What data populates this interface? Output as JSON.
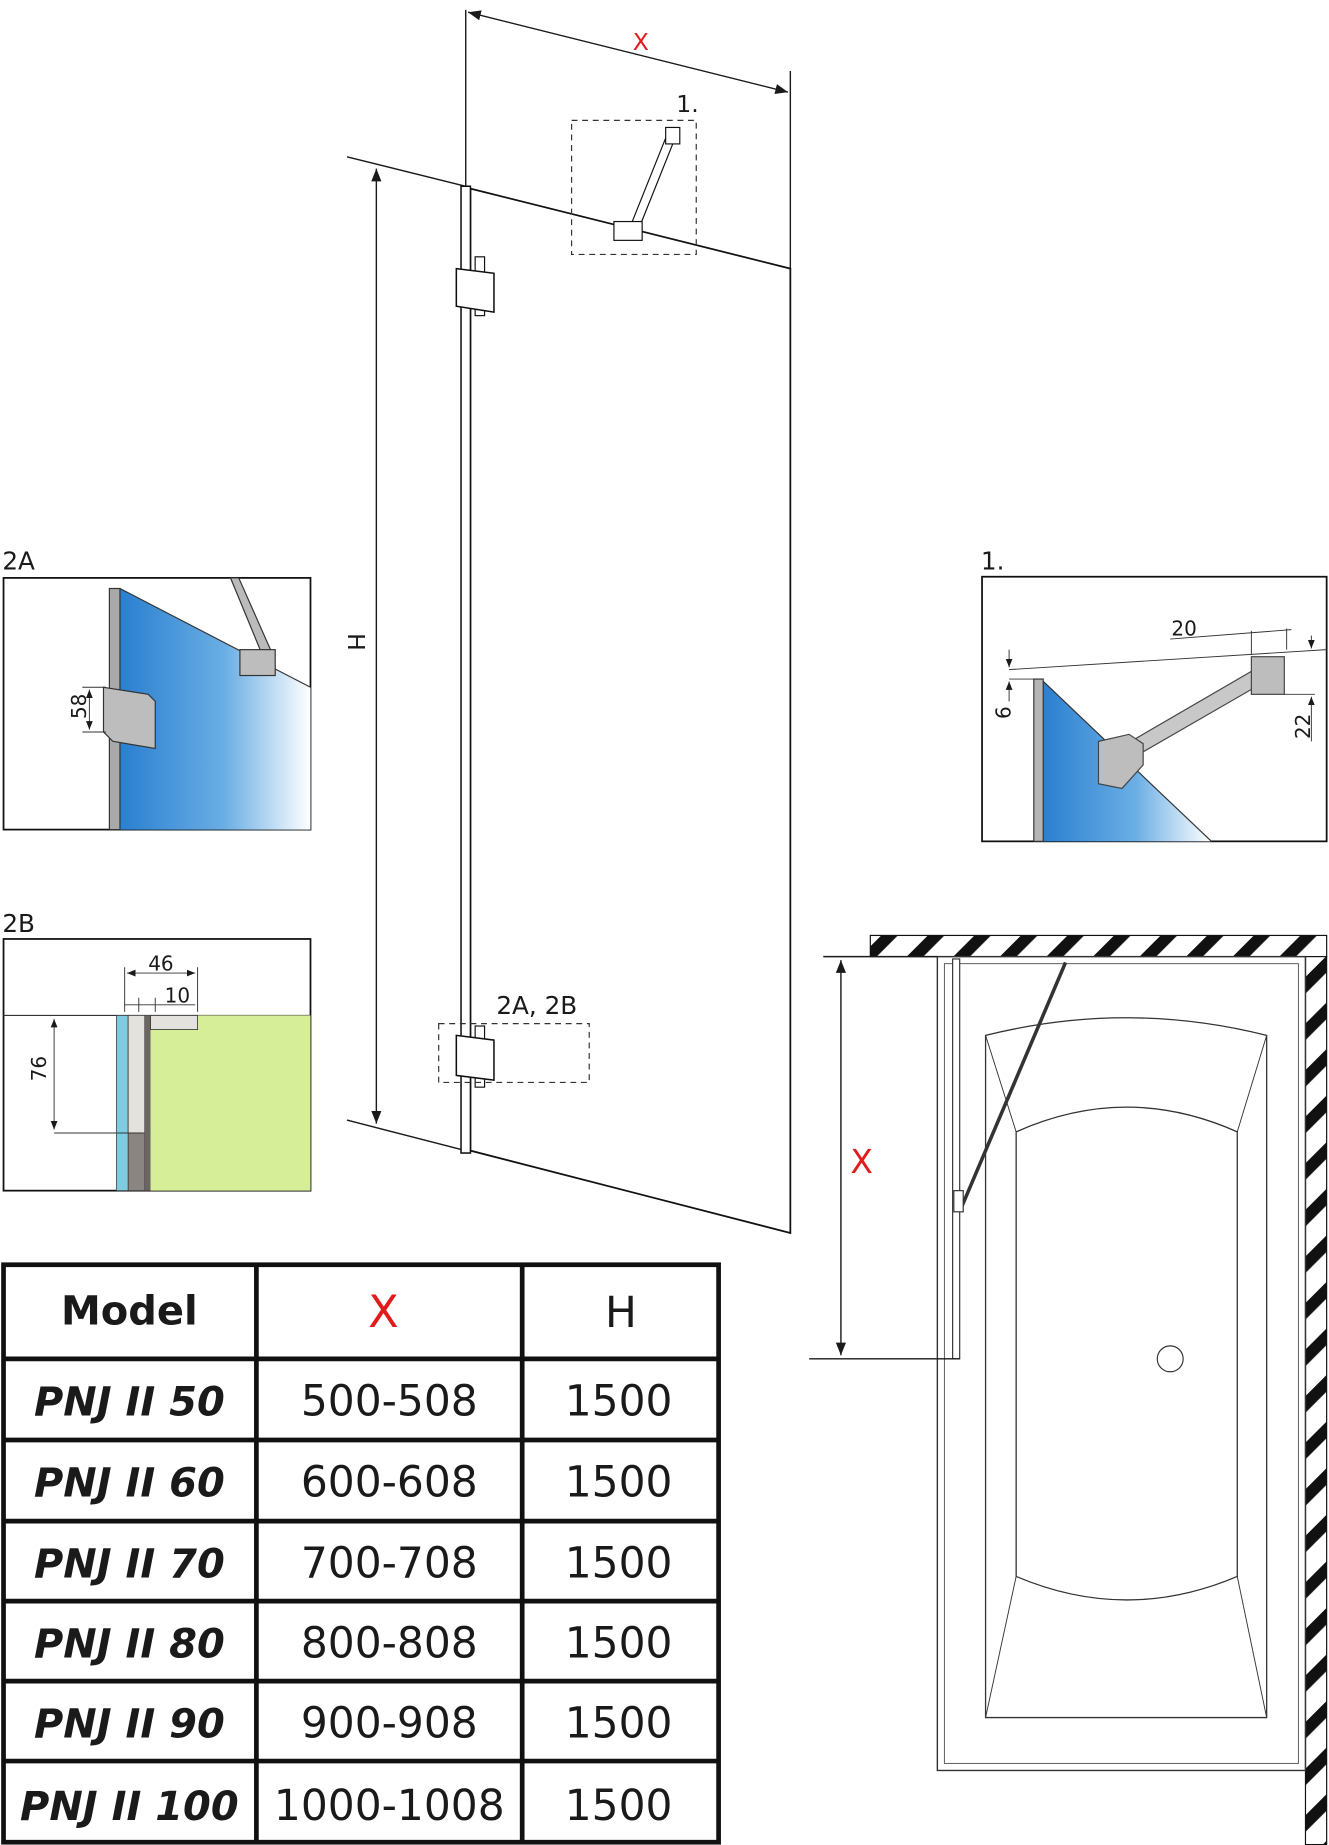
{
  "main_drawing": {
    "width_label": "X",
    "height_label": "H",
    "detail_1_ref": "1.",
    "detail_2_ref": "2A, 2B"
  },
  "detail_2a": {
    "title": "2A",
    "dim_58": "58"
  },
  "detail_2b": {
    "title": "2B",
    "dim_46": "46",
    "dim_10": "10",
    "dim_76": "76"
  },
  "detail_1": {
    "title": "1.",
    "dim_20": "20",
    "dim_6": "6",
    "dim_22": "22"
  },
  "plan_view": {
    "width_label": "X"
  },
  "colors": {
    "accent_red": "#e21b1b",
    "glass_blue": "#2a7fd0",
    "wall_green": "#d6ee98"
  },
  "table": {
    "headers": [
      "Model",
      "X",
      "H"
    ],
    "rows": [
      [
        "PNJ II 50",
        "500-508",
        "1500"
      ],
      [
        "PNJ II 60",
        "600-608",
        "1500"
      ],
      [
        "PNJ II 70",
        "700-708",
        "1500"
      ],
      [
        "PNJ II 80",
        "800-808",
        "1500"
      ],
      [
        "PNJ II 90",
        "900-908",
        "1500"
      ],
      [
        "PNJ II 100",
        "1000-1008",
        "1500"
      ]
    ]
  }
}
